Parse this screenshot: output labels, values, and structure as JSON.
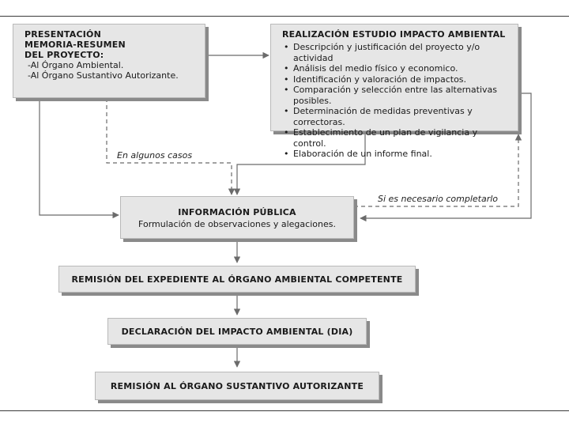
{
  "presentacion": {
    "title_lines": [
      "PRESENTACIÓN",
      "MEMORIA-RESUMEN",
      "DEL PROYECTO:"
    ],
    "items": [
      "-Al Órgano Ambiental.",
      "-Al Órgano Sustantivo Autorizante."
    ]
  },
  "estudio": {
    "title": "REALIZACIÓN ESTUDIO IMPACTO AMBIENTAL",
    "items": [
      "Descripción y justificación del proyecto y/o actividad",
      "Análisis del medio físico y economico.",
      "Identificación y valoración de impactos.",
      "Comparación y selección entre las alternativas posibles.",
      "Determinación de medidas preventivas y correctoras.",
      "Establecimiento de un plan de vigilancia y control.",
      "Elaboración de un informe final."
    ]
  },
  "labels": {
    "algunos_casos": "En algunos casos",
    "si_necesario": "Si es necesario completarlo"
  },
  "informacion": {
    "title": "INFORMACIÓN PÚBLICA",
    "subtitle": "Formulación de observaciones y alegaciones."
  },
  "remision_expediente": {
    "title": "REMISIÓN DEL EXPEDIENTE AL ÓRGANO AMBIENTAL COMPETENTE"
  },
  "declaracion": {
    "title": "DECLARACIÓN DEL IMPACTO AMBIENTAL (DIA)"
  },
  "remision_sustantivo": {
    "title": "REMISIÓN AL ÓRGANO SUSTANTIVO AUTORIZANTE"
  }
}
